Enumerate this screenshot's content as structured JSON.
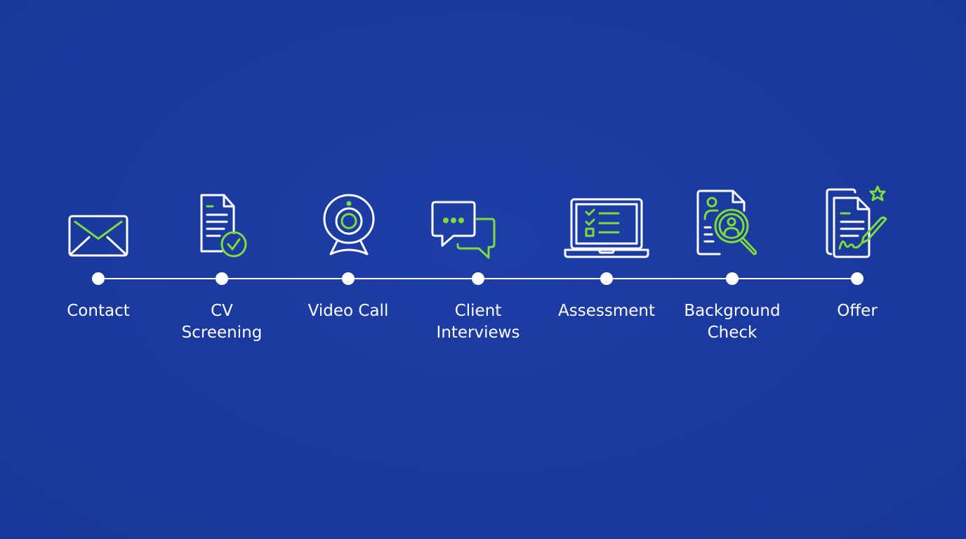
{
  "colors": {
    "background": "#1b3a9e",
    "accent": "#7ddc3c",
    "foreground": "#ffffff"
  },
  "steps": [
    {
      "label": [
        "Contact"
      ],
      "icon": "envelope-icon"
    },
    {
      "label": [
        "CV",
        "Screening"
      ],
      "icon": "document-check-icon"
    },
    {
      "label": [
        "Video Call"
      ],
      "icon": "webcam-icon"
    },
    {
      "label": [
        "Client",
        "Interviews"
      ],
      "icon": "chat-bubbles-icon"
    },
    {
      "label": [
        "Assessment"
      ],
      "icon": "laptop-checklist-icon"
    },
    {
      "label": [
        "Background",
        "Check"
      ],
      "icon": "document-search-person-icon"
    },
    {
      "label": [
        "Offer"
      ],
      "icon": "signed-contract-star-icon"
    }
  ]
}
